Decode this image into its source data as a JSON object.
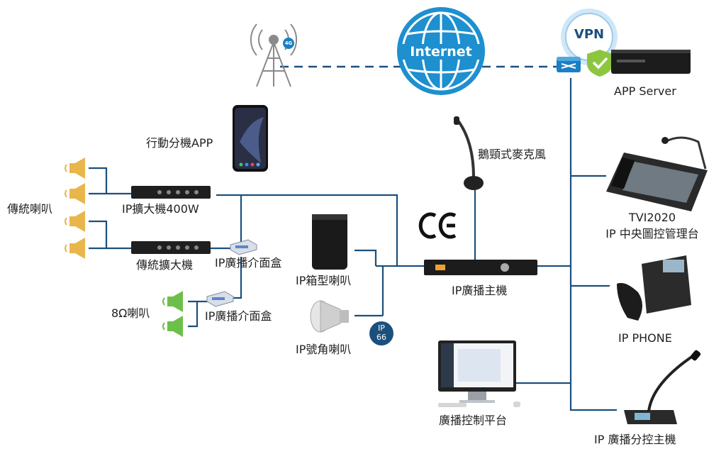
{
  "colors": {
    "line": "#1b4f7d",
    "accent": "#1a7fc4",
    "globe": "#1e8fcf",
    "vpn_bg": "#cfe7f7",
    "shield": "#8cc63f",
    "speaker_yellow": "#e8b64a",
    "speaker_green": "#6cc04a"
  },
  "labels": {
    "app_server": "APP Server",
    "mobile_app": "行動分機APP",
    "gooseneck_mic": "鵝頸式麥克風",
    "traditional_speaker": "傳統喇叭",
    "ip_amp": "IP擴大機400W",
    "traditional_amp": "傳統擴大機",
    "ip_interface_box_1": "IP廣播介面盒",
    "ip_interface_box_2": "IP廣播介面盒",
    "eight_ohm_speaker": "8Ω喇叭",
    "ip_box_speaker": "IP箱型喇叭",
    "ip_horn_speaker": "IP號角喇叭",
    "ip_host": "IP廣播主機",
    "tvi_line1": "TVI2020",
    "tvi_line2": "IP 中央圖控管理台",
    "ip_phone": "IP PHONE",
    "control_platform": "廣播控制平台",
    "sub_host": "IP 廣播分控主機"
  },
  "badges": {
    "internet": "Internet",
    "vpn": "VPN",
    "tower_4g": "4G",
    "ce": "CE",
    "ip66_line1": "IP",
    "ip66_line2": "66"
  },
  "icons": [
    "wifi-tower-icon",
    "internet-globe-icon",
    "vpn-shield-icon",
    "network-switch-icon",
    "smartphone-icon",
    "microphone-icon",
    "speaker-icon",
    "amplifier-icon",
    "interface-box-icon",
    "box-speaker-icon",
    "horn-speaker-icon",
    "server-icon",
    "console-icon",
    "phone-icon",
    "monitor-icon",
    "desk-mic-icon"
  ]
}
